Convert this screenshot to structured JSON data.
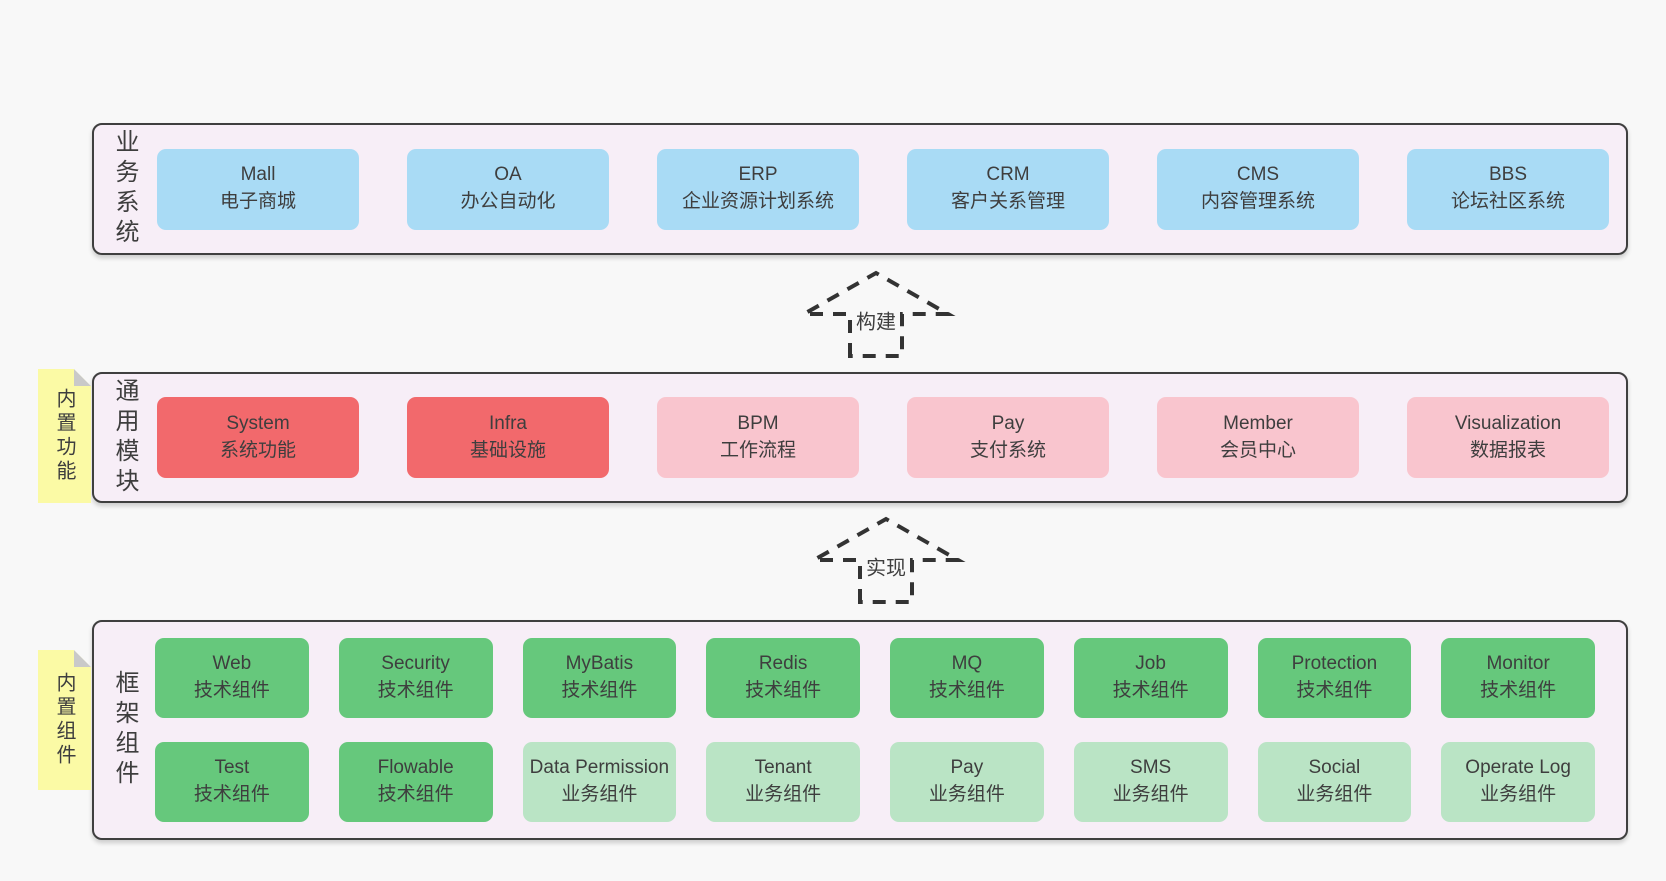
{
  "colors": {
    "page_bg": "#f8f8f8",
    "section_bg": "#f7eef7",
    "section_border": "#3f3f3f",
    "text": "#3e3e3e",
    "blue": "#a9dbf5",
    "red": "#f2696c",
    "pink": "#f9c5ce",
    "green": "#66c87c",
    "green_light": "#bae4c5",
    "note_yellow": "#fbfaa5",
    "note_fold": "#c9c9c9",
    "arrow": "#333333"
  },
  "arrows": [
    {
      "label": "构建"
    },
    {
      "label": "实现"
    }
  ],
  "sections": [
    {
      "label": "业务系统",
      "note": "",
      "rows": [
        [
          {
            "name": "Mall",
            "desc": "电子商城",
            "variant": "blue"
          },
          {
            "name": "OA",
            "desc": "办公自动化",
            "variant": "blue"
          },
          {
            "name": "ERP",
            "desc": "企业资源计划系统",
            "variant": "blue"
          },
          {
            "name": "CRM",
            "desc": "客户关系管理",
            "variant": "blue"
          },
          {
            "name": "CMS",
            "desc": "内容管理系统",
            "variant": "blue"
          },
          {
            "name": "BBS",
            "desc": "论坛社区系统",
            "variant": "blue"
          }
        ]
      ]
    },
    {
      "label": "通用模块",
      "note": "内置功能",
      "rows": [
        [
          {
            "name": "System",
            "desc": "系统功能",
            "variant": "red"
          },
          {
            "name": "Infra",
            "desc": "基础设施",
            "variant": "red"
          },
          {
            "name": "BPM",
            "desc": "工作流程",
            "variant": "pink"
          },
          {
            "name": "Pay",
            "desc": "支付系统",
            "variant": "pink"
          },
          {
            "name": "Member",
            "desc": "会员中心",
            "variant": "pink"
          },
          {
            "name": "Visualization",
            "desc": "数据报表",
            "variant": "pink"
          }
        ]
      ]
    },
    {
      "label": "框架组件",
      "note": "内置组件",
      "rows": [
        [
          {
            "name": "Web",
            "desc": "技术组件",
            "variant": "green"
          },
          {
            "name": "Security",
            "desc": "技术组件",
            "variant": "green"
          },
          {
            "name": "MyBatis",
            "desc": "技术组件",
            "variant": "green"
          },
          {
            "name": "Redis",
            "desc": "技术组件",
            "variant": "green"
          },
          {
            "name": "MQ",
            "desc": "技术组件",
            "variant": "green"
          },
          {
            "name": "Job",
            "desc": "技术组件",
            "variant": "green"
          },
          {
            "name": "Protection",
            "desc": "技术组件",
            "variant": "green"
          },
          {
            "name": "Monitor",
            "desc": "技术组件",
            "variant": "green"
          }
        ],
        [
          {
            "name": "Test",
            "desc": "技术组件",
            "variant": "green"
          },
          {
            "name": "Flowable",
            "desc": "技术组件",
            "variant": "green"
          },
          {
            "name": "Data Permission",
            "desc": "业务组件",
            "variant": "green_light"
          },
          {
            "name": "Tenant",
            "desc": "业务组件",
            "variant": "green_light"
          },
          {
            "name": "Pay",
            "desc": "业务组件",
            "variant": "green_light"
          },
          {
            "name": "SMS",
            "desc": "业务组件",
            "variant": "green_light"
          },
          {
            "name": "Social",
            "desc": "业务组件",
            "variant": "green_light"
          },
          {
            "name": "Operate Log",
            "desc": "业务组件",
            "variant": "green_light"
          }
        ]
      ]
    }
  ]
}
